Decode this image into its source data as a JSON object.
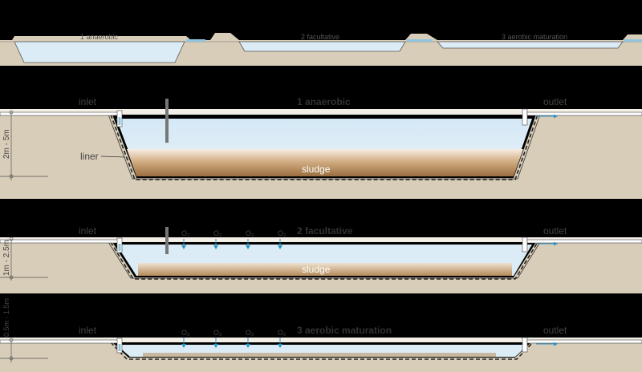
{
  "overview": {
    "labels": [
      "1 anaerobic",
      "2 facultative",
      "3 aerobic maturation"
    ]
  },
  "pond1": {
    "title": "1 anaerobic",
    "inlet": "inlet",
    "outlet": "outlet",
    "liner": "liner",
    "sludge": "sludge",
    "depth": "2m - 5m"
  },
  "pond2": {
    "title": "2 facultative",
    "inlet": "inlet",
    "outlet": "outlet",
    "sludge": "sludge",
    "depth": "1m - 2.5m",
    "o2": [
      "O₂",
      "O₂",
      "O₂",
      "O₂"
    ]
  },
  "pond3": {
    "title": "3 aerobic maturation",
    "inlet": "inlet",
    "outlet": "outlet",
    "depth": "0.5m - 1.5m",
    "o2": [
      "O₂",
      "O₂",
      "O₂",
      "O₂"
    ]
  },
  "colors": {
    "background": "#000000",
    "ground": "#d8cdb8",
    "water": "#dcecf6",
    "sludge_dark": "#a87c4c",
    "sludge_light": "#f6ece0",
    "o2_arrow": "#2b94c6",
    "text": "#333333"
  }
}
